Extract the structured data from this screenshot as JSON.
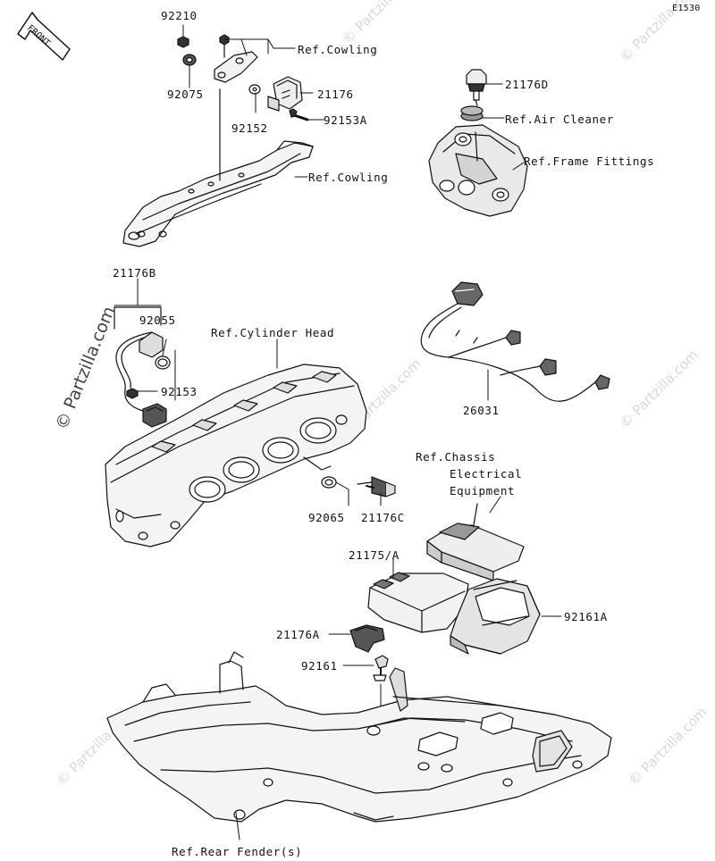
{
  "diagram": {
    "code": "E1530",
    "front_label": "FRONT",
    "watermark_main": "© Partzilla.com",
    "watermark_faint": "© Partzilla.com",
    "labels": {
      "p92210": "92210",
      "p92075": "92075",
      "p92152": "92152",
      "p21176": "21176",
      "p92153A": "92153A",
      "ref_cowling_1": "Ref.Cowling",
      "ref_cowling_2": "Ref.Cowling",
      "p21176D": "21176D",
      "ref_air_cleaner": "Ref.Air Cleaner",
      "ref_frame_fittings": "Ref.Frame Fittings",
      "p21176B": "21176B",
      "p92055": "92055",
      "p92153": "92153",
      "ref_cylinder_head": "Ref.Cylinder Head",
      "p26031": "26031",
      "ref_chassis_1": "Ref.Chassis",
      "ref_chassis_2": "Electrical",
      "ref_chassis_3": "Equipment",
      "p92065": "92065",
      "p21176C": "21176C",
      "p21175A": "21175/A",
      "p92161A": "92161A",
      "p21176A": "21176A",
      "p92161": "92161",
      "ref_rear_fender": "Ref.Rear Fender(s)"
    }
  }
}
